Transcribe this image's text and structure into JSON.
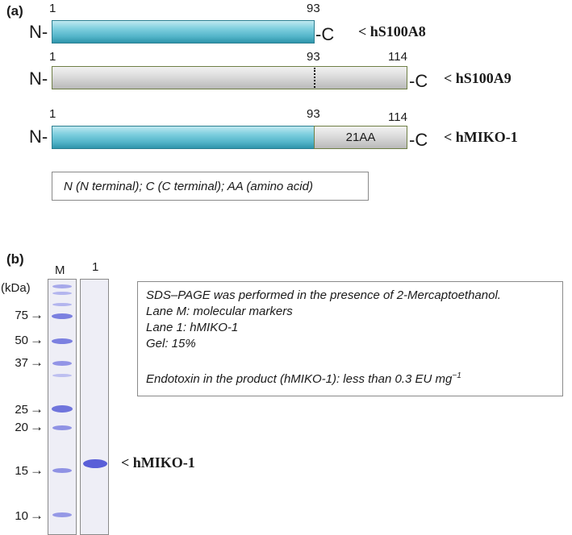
{
  "panel_a": {
    "label": "(a)",
    "rows": [
      {
        "n": "N-",
        "c": "-C",
        "name": "< hS100A8",
        "pos_start": "1",
        "pos_mid": "93",
        "pos_end": ""
      },
      {
        "n": "N-",
        "c": "-C",
        "name": "< hS100A9",
        "pos_start": "1",
        "pos_mid": "93",
        "pos_end": "114"
      },
      {
        "n": "N-",
        "c": "-C",
        "name": "< hMIKO-1",
        "pos_start": "1",
        "pos_mid": "93",
        "pos_end": "114",
        "segment_label": "21AA"
      }
    ],
    "legend": "N (N terminal); C (C terminal); AA (amino acid)",
    "colors": {
      "s100a8": "#55b6ca",
      "s100a9": "#d8d8d8"
    }
  },
  "panel_b": {
    "label": "(b)",
    "lane_m": "M",
    "lane_1": "1",
    "unit": "(kDa)",
    "markers": [
      "75",
      "50",
      "37",
      "25",
      "20",
      "15",
      "10"
    ],
    "band_label": "< hMIKO-1",
    "info": {
      "line1": "SDS–PAGE was performed in the presence of 2-Mercaptoethanol.",
      "line2": "Lane M: molecular markers",
      "line3": "Lane 1: hMIKO-1",
      "line4": "Gel: 15%",
      "line5_prefix": "Endotoxin in the product (hMIKO-1): less than 0.3 EU mg",
      "line5_sup": "−1"
    },
    "band_color": "#5a5fd8"
  }
}
